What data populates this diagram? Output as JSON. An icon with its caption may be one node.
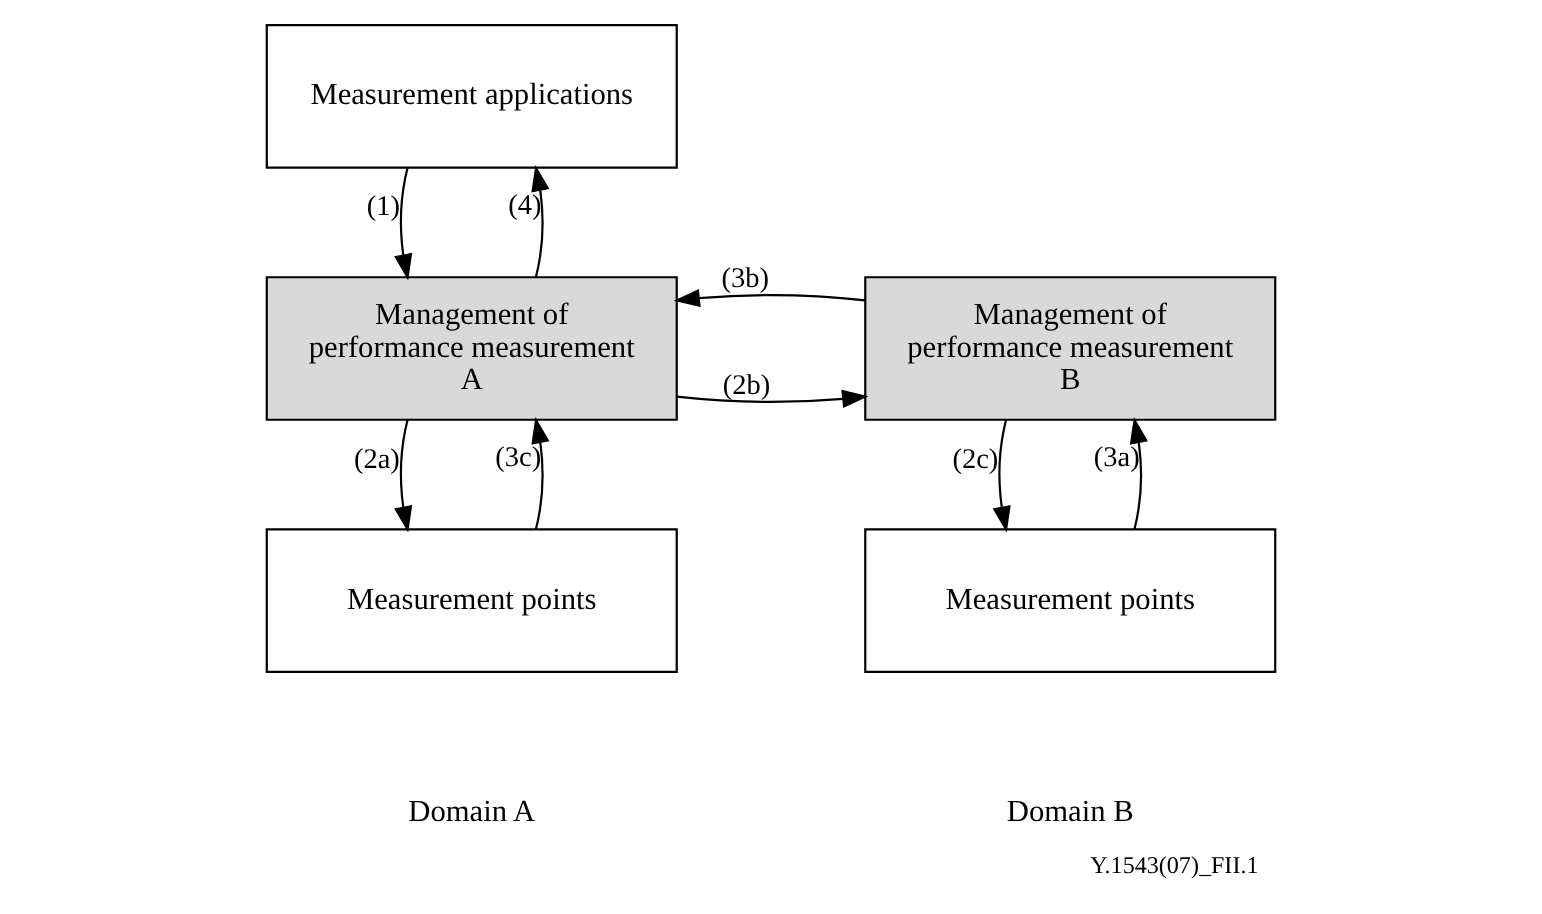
{
  "diagram": {
    "caption": "Y.1543(07)_FII.1",
    "nodes": [
      {
        "text": [
          "Measurement applications"
        ]
      },
      {
        "text": [
          "Management of performance measurement A"
        ]
      },
      {
        "text": [
          "Measurement points"
        ]
      },
      {
        "text": [
          "Management of performance measurement B"
        ]
      },
      {
        "text": [
          "Measurement points"
        ]
      }
    ],
    "edges": [
      {
        "from": 0,
        "to": 1,
        "arrow": "to",
        "label": "(1)"
      },
      {
        "from": 1,
        "to": 0,
        "arrow": "to",
        "label": "(4)"
      },
      {
        "from": 1,
        "to": 3,
        "arrow": "to",
        "label": "(2b)"
      },
      {
        "from": 3,
        "to": 1,
        "arrow": "to",
        "label": "(3b)"
      },
      {
        "from": 1,
        "to": 2,
        "arrow": "to",
        "label": "(2a)"
      },
      {
        "from": 2,
        "to": 1,
        "arrow": "to",
        "label": "(3c)"
      },
      {
        "from": 3,
        "to": 4,
        "arrow": "to",
        "label": "(2c)"
      },
      {
        "from": 4,
        "to": 3,
        "arrow": "to",
        "label": "(3a)"
      }
    ],
    "labels": [
      "Domain A",
      "Domain B"
    ]
  }
}
